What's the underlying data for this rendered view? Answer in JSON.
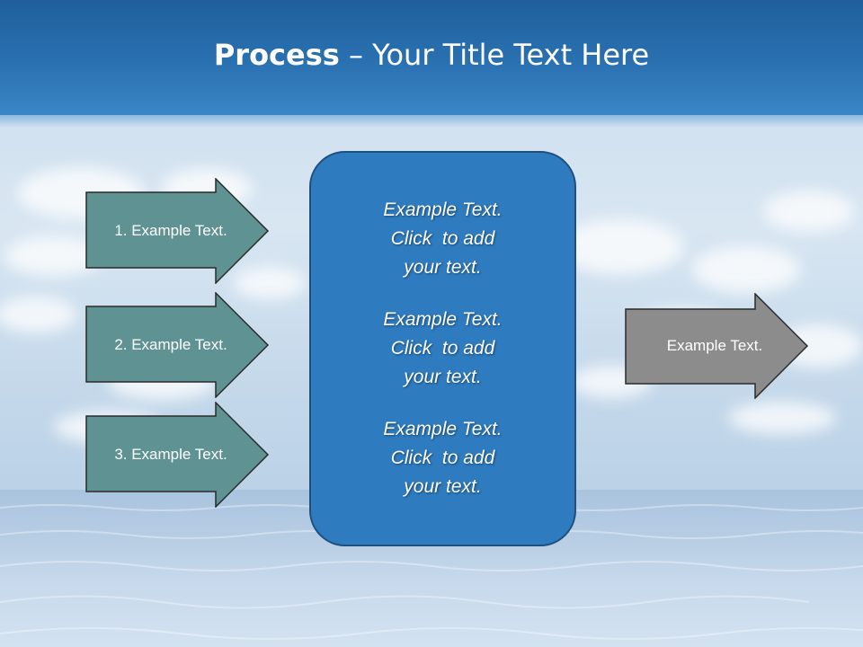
{
  "slide": {
    "title_bold": "Process",
    "title_rest": " – Your Title Text Here",
    "left_arrows": [
      {
        "label": "1. Example Text."
      },
      {
        "label": "2. Example Text."
      },
      {
        "label": "3. Example Text."
      }
    ],
    "center_box": {
      "paragraphs": [
        {
          "lines": [
            "Example Text.",
            "Click  to add",
            "your text."
          ]
        },
        {
          "lines": [
            "Example Text.",
            "Click  to add",
            "your text."
          ]
        },
        {
          "lines": [
            "Example Text.",
            "Click  to add",
            "your text."
          ]
        }
      ]
    },
    "right_arrow": {
      "label": "Example Text."
    }
  },
  "colors": {
    "title_bar": "#2a71b1",
    "left_arrow_fill": "#5f9393",
    "right_arrow_fill": "#8c8c8c",
    "center_box_fill": "#2e7bc0",
    "shape_border": "#2a2a2a"
  }
}
